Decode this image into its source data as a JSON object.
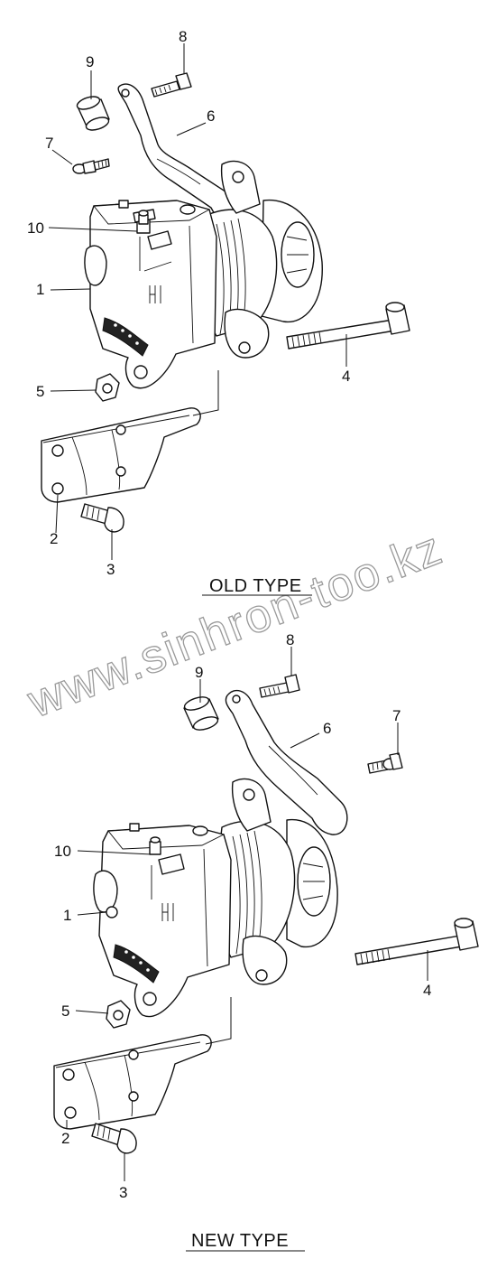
{
  "corner_mark": "",
  "watermark": "www.sinhron-too.kz",
  "old": {
    "heading": "OLD TYPE",
    "callouts": {
      "c1": "1",
      "c2": "2",
      "c3": "3",
      "c4": "4",
      "c5": "5",
      "c6": "6",
      "c7": "7",
      "c8": "8",
      "c9": "9",
      "c10": "10"
    }
  },
  "new": {
    "heading": "NEW TYPE",
    "callouts": {
      "c1": "1",
      "c2": "2",
      "c3": "3",
      "c4": "4",
      "c5": "5",
      "c6": "6",
      "c7": "7",
      "c8": "8",
      "c9": "9",
      "c10": "10"
    }
  }
}
